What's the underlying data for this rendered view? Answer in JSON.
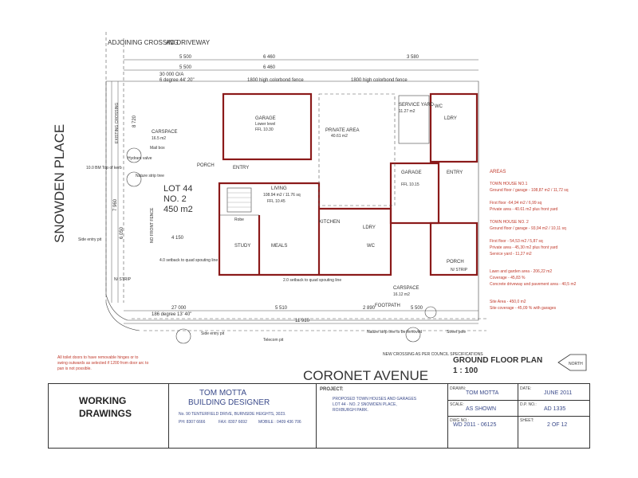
{
  "streets": {
    "snowden": "SNOWDEN PLACE",
    "coronet": "CORONET AVENUE",
    "adjoining": "ADJOINING CROSSING",
    "driveway": "AD DRIVEWAY"
  },
  "lot": {
    "line1": "LOT 44",
    "line2": "NO. 2",
    "area": "450 m2"
  },
  "rooms": {
    "garage1": "GARAGE",
    "garage1_floor": "FFL 10.30",
    "garage1_sub": "Lower level",
    "private_area": "PRIVATE AREA",
    "private_area_size": "40.61 m2",
    "living": "LIVING",
    "living_ffl": "FFL 10.45",
    "living_size": "108.94 m2 / 11.76 sq",
    "entry": "ENTRY",
    "porch": "PORCH",
    "study": "STUDY",
    "meals": "MEALS",
    "kitchen": "KITCHEN",
    "garage2": "GARAGE",
    "garage2_floor": "FFL 10.15",
    "service_yard": "SERVICE YARD",
    "service_yard_size": "11.27 m2",
    "ldry": "LDRY",
    "ldry2": "LDRY",
    "wc": "WC",
    "wc2": "WC",
    "carspace": "CARSPACE",
    "carspace_size": "16.5 m2",
    "carspace2": "CARSPACE",
    "carspace2_size": "16.12 m2",
    "entry2": "ENTRY",
    "porch2": "PORCH",
    "robe": "Robe"
  },
  "labels": {
    "footpath": "FOOTPATH",
    "nature_strip": "Nature strip tree",
    "nature_strip2": "Nature strip tree to be removed",
    "street_pole": "Street pole",
    "telecom_pit": "Telecom pit",
    "side_entry_pit": "Side entry pit",
    "side_entry_pit2": "Side entry pit",
    "hydrant": "Hydrant valve",
    "existing_crossing": "EXISTING CROSSING",
    "nfp": "NO FRONT FENCE",
    "new_crossing": "NEW CROSSING AS PER COUNCIL SPECIFICATIONS",
    "fence1": "1800 high colorbond fence",
    "fence2": "1800 high colorbond fence",
    "bench_mark": "10.0 BM Top of kerb",
    "setback1": "4.0 setback to quad spouting line",
    "setback2": "2.0 setback to quad spouting line",
    "nstrip": "N/ STRIP",
    "nstrip2": "N/ STRIP",
    "mail_box": "Mail box"
  },
  "dims": {
    "top1": "5 500",
    "top2": "6 460",
    "top3": "3 580",
    "top4": "5 500",
    "top5": "6 460",
    "bottom1": "27 000",
    "bottom2": "186 degree 13' 40\"",
    "bottom3": "5 510",
    "bottom4": "2 890",
    "bottom5": "5 500",
    "bottom6": "11 910",
    "oa": "30 000 O/A",
    "deg": "6 degree 44' 20\"",
    "left1": "7 960",
    "left2": "6 050",
    "left3": "4 150",
    "left4": "8 720"
  },
  "areas": {
    "heading": "AREAS",
    "th1": "TOWN HOUSE NO.1",
    "th1_a": "Ground floor / garage - 108,87 m2 / 11,72 sq",
    "th1_b": "First floor -64,94 m2 / 6,99 sq",
    "th1_c": "Private area - 40.61 m2 plus front yard",
    "th2": "TOWN HOUSE NO. 2",
    "th2_a": "Ground floor / garage - 93,94 m2 / 10,11 sq",
    "th2_b": "First floor - 54,53 m2 / 5,87 sq",
    "th2_c": "Private area - 45,30 m2 plus front yard",
    "th2_d": "Service yard - 11,27 m2",
    "lawn": "Lawn and garden area - 206,22 m2",
    "coverage": "Coverage - 45,83 %",
    "concrete": "Concrete driveway and pavement area - 40,5 m2",
    "site_area": "Site Area - 450,0 m2",
    "site_cov": "Site coverage - 45,09 % with garages"
  },
  "notes": {
    "toilet": "All toilet doors to have removable hinges or to swing outwards as selected if 1200 from door arc to pan is not possible."
  },
  "plan": {
    "title": "GROUND FLOOR PLAN",
    "scale": "1 : 100",
    "north": "NORTH"
  },
  "titleblock": {
    "working": "WORKING",
    "drawings": "DRAWINGS",
    "designer_name": "TOM MOTTA",
    "designer_title": "BUILDING DESIGNER",
    "address": "No. 90 TENTERFIELD DRIVE, BURNSIDE HEIGHTS, 3023.",
    "phone": "PH: 8307 6666",
    "fax": "FAX: 8307 6692",
    "mobile": "MOBILE : 0409 436 706",
    "project_label": "PROJECT:",
    "project_line1": "PROPOSED TOWN HOUSES AND GARAGES",
    "project_line2": "LOT 44 - NO. 2 SNOWDEN PLACE,",
    "project_line3": "ROXBURGH PARK.",
    "drawn_label": "DRAWN:",
    "drawn_value": "TOM MOTTA",
    "date_label": "DATE:",
    "date_value": "JUNE 2011",
    "scale_label": "SCALE:",
    "scale_value": "AS SHOWN",
    "dp_label": "D.P. NO.:",
    "dp_value": "AD 1335",
    "dwg_label": "DWG NO.:",
    "dwg_value": "WD 2011 - 06125",
    "sheet_label": "SHEET:",
    "sheet_value": "2 OF 12"
  },
  "colors": {
    "wall": "#8b1a1a",
    "note_red": "#c0392b",
    "title_blue": "#3a4a8a"
  }
}
